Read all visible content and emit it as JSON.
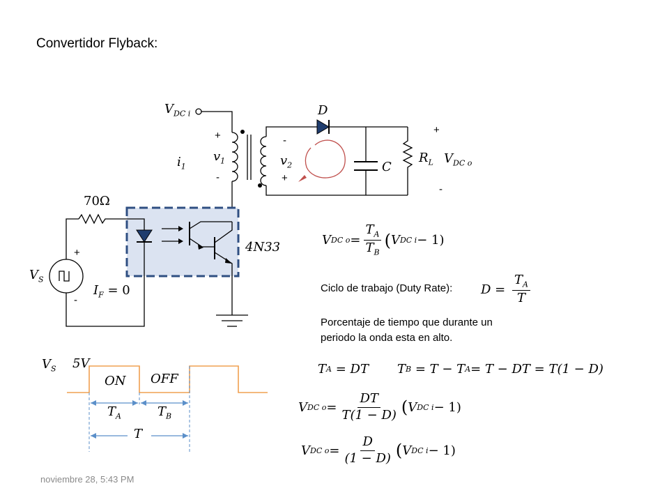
{
  "slide": {
    "title": "Convertidor Flyback:",
    "footer": "noviembre 28, 5:43 PM"
  },
  "circuit": {
    "vdci": "V",
    "vdci_sub": "DC i",
    "i1": "i",
    "i1_sub": "1",
    "v1": "v",
    "v1_sub": "1",
    "v2": "v",
    "v2_sub": "2",
    "diode": "D",
    "capacitor": "C",
    "load": "R",
    "load_sub": "L",
    "vdco": "V",
    "vdco_sub": "DC o",
    "resistor": "70Ω",
    "optocoupler": "4N33",
    "vs": "V",
    "vs_sub": "S",
    "if": "I",
    "if_sub": "F",
    "if_value": " = 0",
    "plus": "+",
    "minus": "-"
  },
  "waveform": {
    "vs": "V",
    "vs_sub": "S",
    "amplitude": "5V",
    "on": "ON",
    "off": "OFF",
    "ta": "T",
    "ta_sub": "A",
    "tb": "T",
    "tb_sub": "B",
    "t": "T"
  },
  "text": {
    "duty_label": "Ciclo de trabajo (Duty Rate):",
    "description_line1": "Porcentaje de tiempo que durante un",
    "description_line2": "periodo la onda esta en alto."
  },
  "equations": {
    "V": "V",
    "sub_o": "DC o",
    "sub_i": "DC i",
    "T": "T",
    "A": "A",
    "B": "B",
    "D": "D",
    "DT": "DT",
    "eq1_lhs_tail": " = ",
    "eq1_rhs_open": "(",
    "eq1_rhs_close": " − 1)",
    "duty_rhs_num": "T",
    "duty_rhs_den": "T",
    "ta_eq": "= DT",
    "tb_eq": "= T − T",
    "tb_eq_tail": " = T − DT = T(1 − D)",
    "eq3_den": "T(1 − D)",
    "eq4_num": "D",
    "eq4_den": "(1 − D)"
  },
  "colors": {
    "box_fill": "#dbe3f1",
    "box_border": "#2f4f82",
    "loop_arrow": "#c0504d",
    "wave": "#f0a050",
    "timing_arrow": "#5b8fc9",
    "footer_text": "#8a8a8a"
  }
}
